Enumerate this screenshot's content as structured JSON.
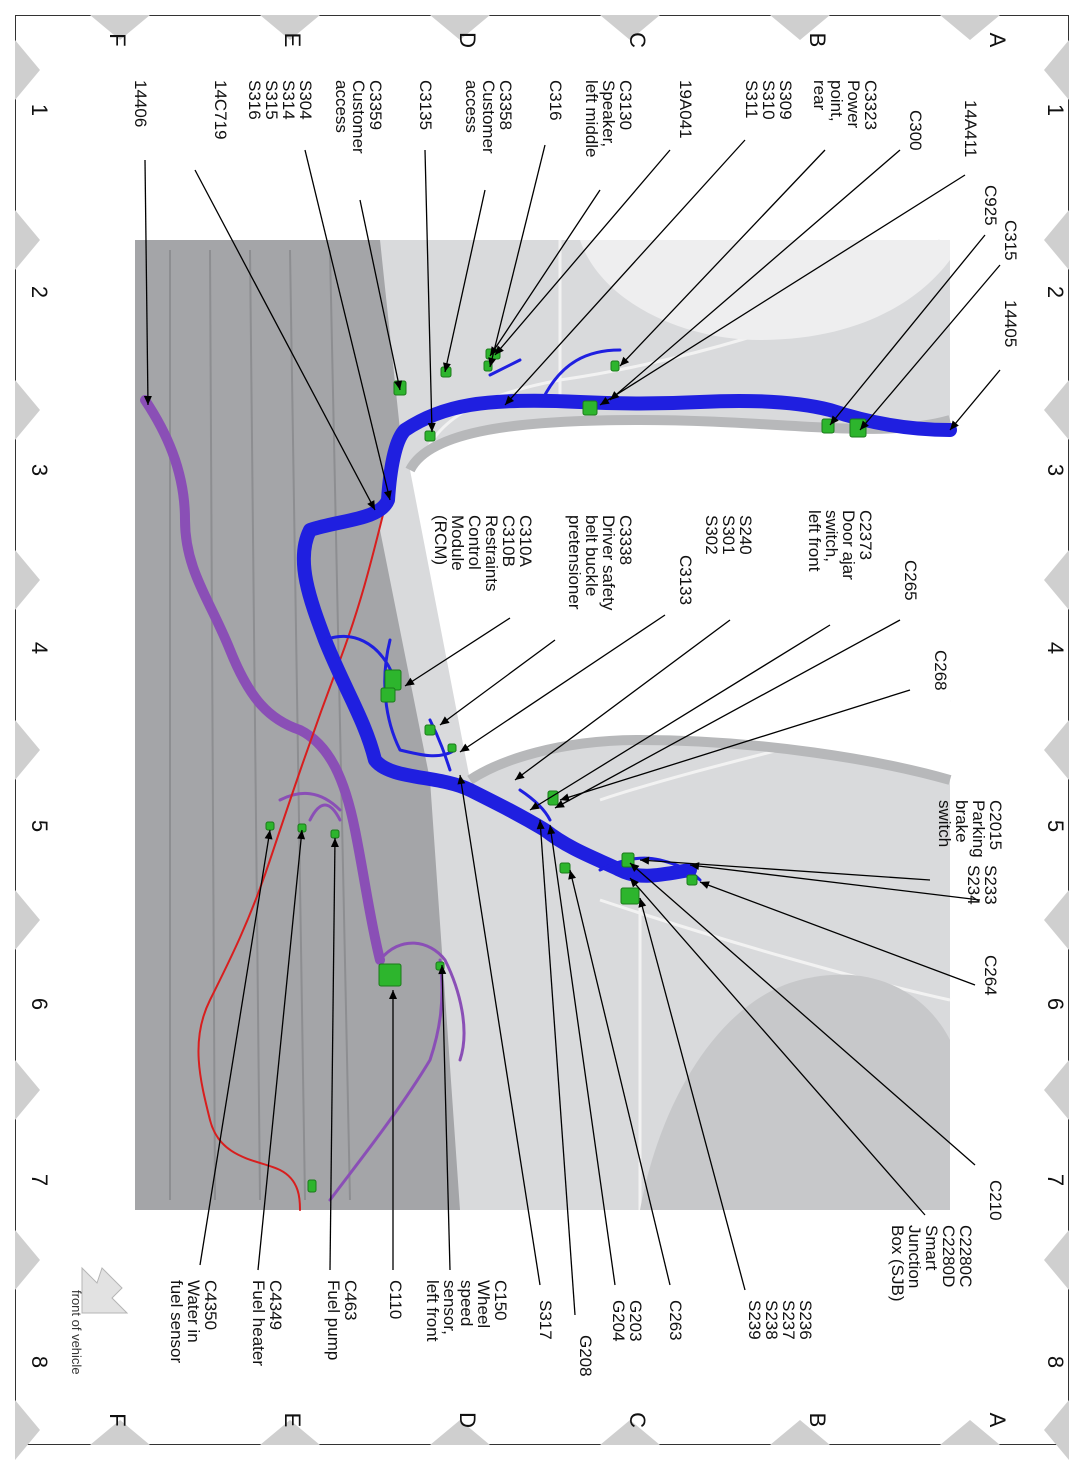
{
  "grid": {
    "columns": [
      "1",
      "2",
      "3",
      "4",
      "5",
      "6",
      "7",
      "8"
    ],
    "rows": [
      "A",
      "B",
      "C",
      "D",
      "E",
      "F"
    ]
  },
  "footer": {
    "front_note": "front of vehicle"
  },
  "colors": {
    "main_harness": "#1f1fe0",
    "fuel_harness": "#8a4fb6",
    "ground_wire": "#d81e1e",
    "connector": "#2db52d",
    "body_panel": "#cfd0d2",
    "floor_panel": "#9e9fa2"
  },
  "callouts": [
    {
      "id": "14405",
      "text": "14405"
    },
    {
      "id": "c315",
      "text": "C315"
    },
    {
      "id": "c925",
      "text": "C925"
    },
    {
      "id": "14a411",
      "text": "14A411"
    },
    {
      "id": "c300",
      "text": "C300"
    },
    {
      "id": "c3323",
      "lines": [
        "C3323",
        "Power",
        "point,",
        "rear"
      ]
    },
    {
      "id": "s309",
      "lines": [
        "S309",
        "S310",
        "S311"
      ]
    },
    {
      "id": "19a041",
      "text": "19A041"
    },
    {
      "id": "c3130",
      "lines": [
        "C3130",
        "Speaker,",
        "left middle"
      ]
    },
    {
      "id": "c316",
      "text": "C316"
    },
    {
      "id": "c3358",
      "lines": [
        "C3358",
        "Customer",
        "access"
      ]
    },
    {
      "id": "c3135",
      "text": "C3135"
    },
    {
      "id": "c3359",
      "lines": [
        "C3359",
        "Customer",
        "access"
      ]
    },
    {
      "id": "s304",
      "lines": [
        "S304",
        "S314",
        "S315",
        "S316"
      ]
    },
    {
      "id": "14c719",
      "text": "14C719"
    },
    {
      "id": "14406",
      "text": "14406"
    },
    {
      "id": "c268",
      "text": "C268"
    },
    {
      "id": "c265",
      "text": "C265"
    },
    {
      "id": "c2373",
      "lines": [
        "C2373",
        "Door ajar",
        "switch,",
        "left front"
      ]
    },
    {
      "id": "s240",
      "lines": [
        "S240",
        "S301",
        "S302"
      ]
    },
    {
      "id": "c3133",
      "text": "C3133"
    },
    {
      "id": "c3338",
      "lines": [
        "C3338",
        "Driver safety",
        "belt buckle",
        "pretensioner"
      ]
    },
    {
      "id": "c310a",
      "lines": [
        "C310A",
        "C310B",
        "Restraints",
        "Control",
        "Module",
        "(RCM)"
      ]
    },
    {
      "id": "c2015",
      "lines": [
        "C2015",
        "Parking",
        "brake",
        "switch"
      ]
    },
    {
      "id": "s233",
      "lines": [
        "S233",
        "S234"
      ]
    },
    {
      "id": "c264",
      "text": "C264"
    },
    {
      "id": "c210",
      "text": "C210"
    },
    {
      "id": "c2280c",
      "lines": [
        "C2280C",
        "C2280D",
        "Smart",
        "Junction",
        "Box (SJB)"
      ]
    },
    {
      "id": "s236",
      "lines": [
        "S236",
        "S237",
        "S238",
        "S239"
      ]
    },
    {
      "id": "c263",
      "text": "C263"
    },
    {
      "id": "g203",
      "lines": [
        "G203",
        "G204"
      ]
    },
    {
      "id": "g208",
      "text": "G208"
    },
    {
      "id": "s317",
      "text": "S317"
    },
    {
      "id": "c150",
      "lines": [
        "C150",
        "Wheel",
        "speed",
        "sensor,",
        "left front"
      ]
    },
    {
      "id": "c110",
      "text": "C110"
    },
    {
      "id": "c463",
      "lines": [
        "C463",
        "Fuel pump"
      ]
    },
    {
      "id": "c4349",
      "lines": [
        "C4349",
        "Fuel heater"
      ]
    },
    {
      "id": "c4350",
      "lines": [
        "C4350",
        "Water in",
        "fuel sensor"
      ]
    }
  ]
}
